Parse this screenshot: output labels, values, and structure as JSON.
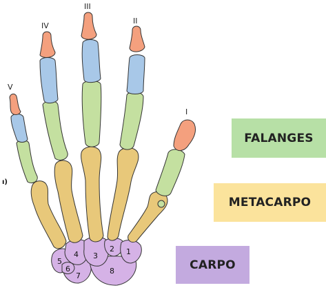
{
  "finger_labels": [
    "I",
    "II",
    "III",
    "IV",
    "V"
  ],
  "side_mark": "ı)",
  "carpal_numbers": [
    "1",
    "2",
    "3",
    "4",
    "5",
    "6",
    "7",
    "8"
  ],
  "legend": {
    "falanges": "FALANGES",
    "metacarpo": "METACARPO",
    "carpo": "CARPO"
  },
  "colors": {
    "distal_phalanx": "#f4a07e",
    "middle_phalanx": "#a8c8e8",
    "proximal_phalanx": "#c4e0a0",
    "metacarpal": "#e8c87a",
    "carpal": "#d5b2e6",
    "outline": "#333333",
    "legend_falanges": "#b7e0a6",
    "legend_metacarpo": "#fbe39c",
    "legend_carpo": "#c3aadf"
  }
}
